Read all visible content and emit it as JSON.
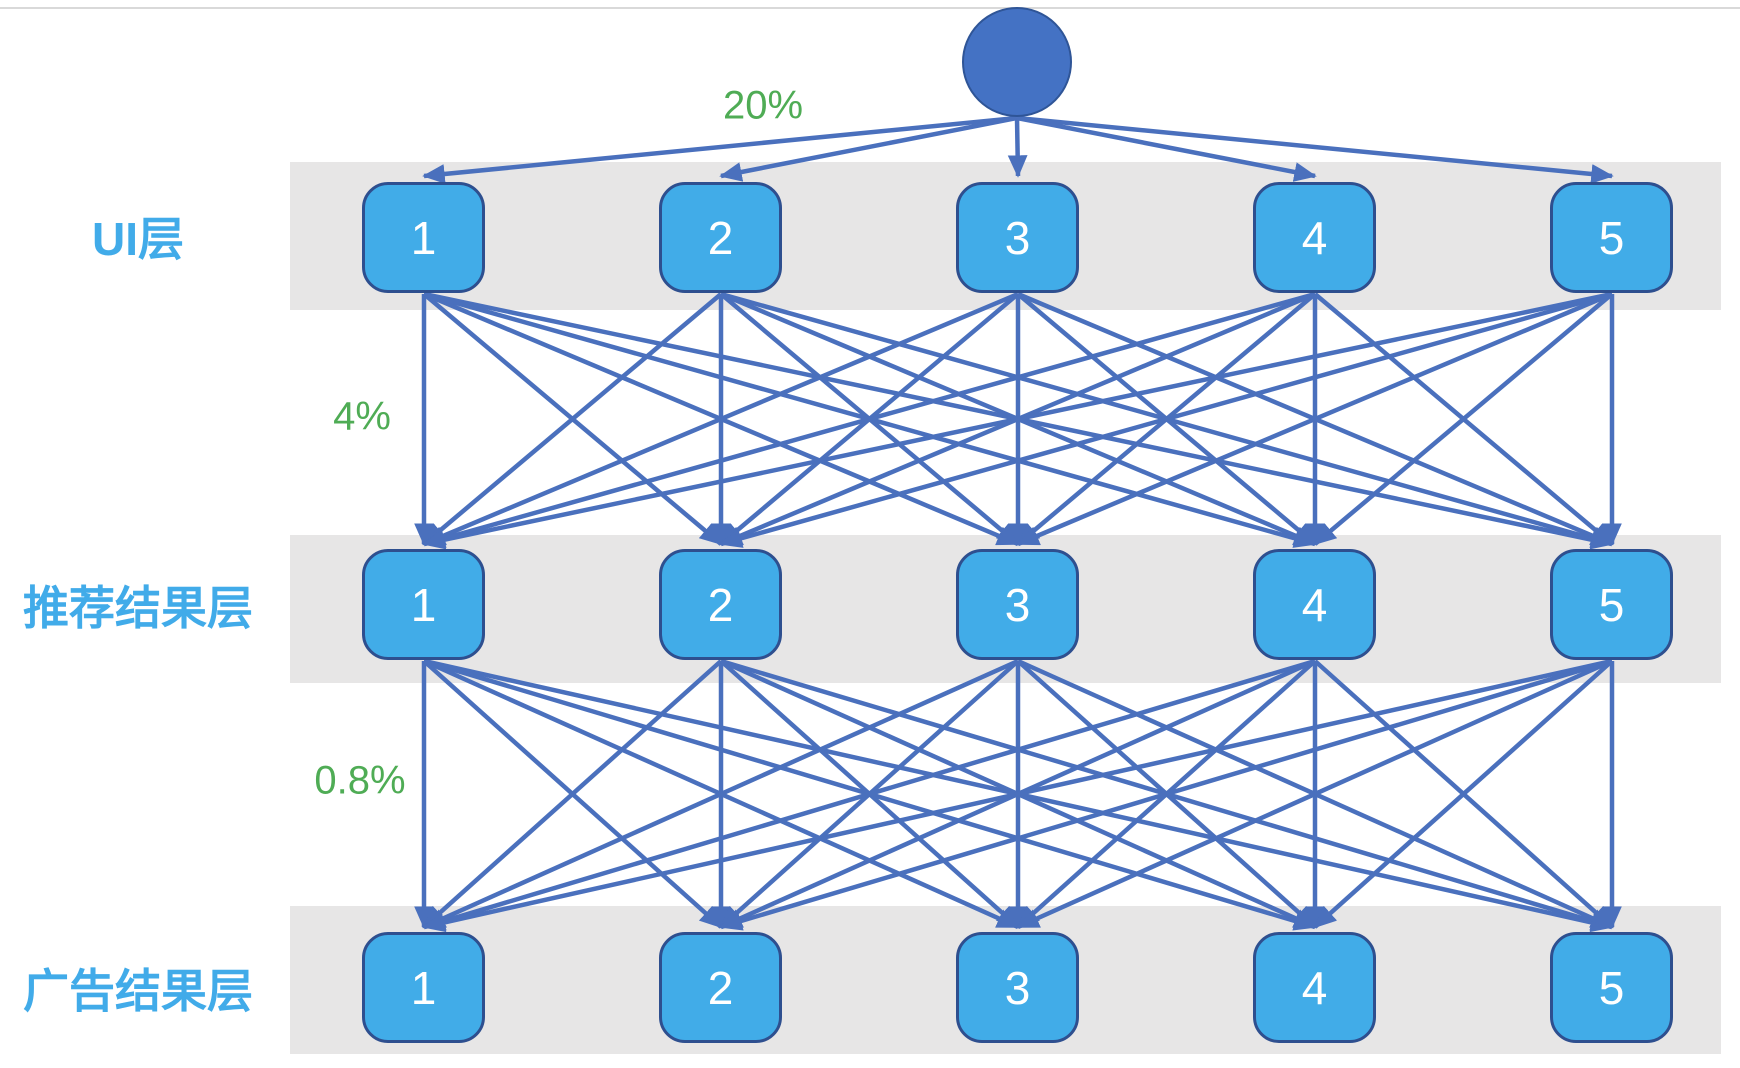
{
  "diagram": {
    "root": {
      "shape": "circle",
      "label": ""
    },
    "layers": [
      {
        "name": "UI层",
        "nodes": [
          "1",
          "2",
          "3",
          "4",
          "5"
        ]
      },
      {
        "name": "推荐结果层",
        "nodes": [
          "1",
          "2",
          "3",
          "4",
          "5"
        ]
      },
      {
        "name": "广告结果层",
        "nodes": [
          "1",
          "2",
          "3",
          "4",
          "5"
        ]
      }
    ],
    "conversion_labels": [
      {
        "rate": "20%",
        "from": "root",
        "to": "UI层"
      },
      {
        "rate": "4%",
        "from": "UI层",
        "to": "推荐结果层"
      },
      {
        "rate": "0.8%",
        "from": "推荐结果层",
        "to": "广告结果层"
      }
    ],
    "connections": "fully-connected-between-adjacent-layers",
    "colors": {
      "node_fill": "#41ace8",
      "node_border": "#2e4f8f",
      "edge": "#4a70bd",
      "root_fill": "#4472c4",
      "root_border": "#2f5597",
      "band": "#e7e6e6",
      "layer_label": "#41abe9",
      "rate_label": "#4fac55"
    }
  }
}
